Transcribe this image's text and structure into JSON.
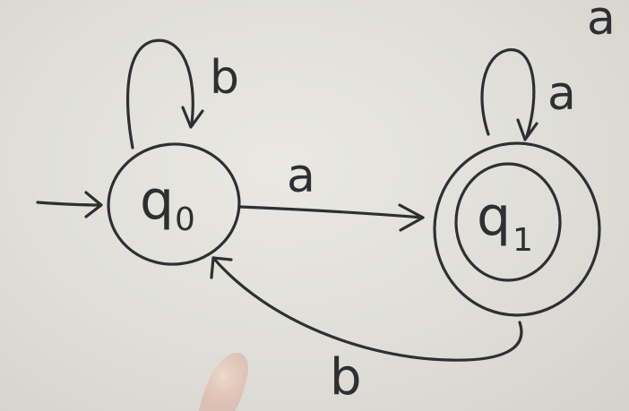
{
  "automaton": {
    "states": [
      {
        "id": "q0",
        "label": "q",
        "subscript": "0",
        "initial": true,
        "accepting": false
      },
      {
        "id": "q1",
        "label": "q",
        "subscript": "1",
        "initial": false,
        "accepting": true
      }
    ],
    "transitions": [
      {
        "from": "q0",
        "to": "q0",
        "symbol": "b"
      },
      {
        "from": "q0",
        "to": "q1",
        "symbol": "a"
      },
      {
        "from": "q1",
        "to": "q1",
        "symbol": "a"
      },
      {
        "from": "q1",
        "to": "q0",
        "symbol": "b"
      }
    ],
    "corner_text": "a"
  },
  "colors": {
    "ink": "#2f2f33",
    "board": "#e4e3de",
    "hand": "#e9c9b8"
  }
}
